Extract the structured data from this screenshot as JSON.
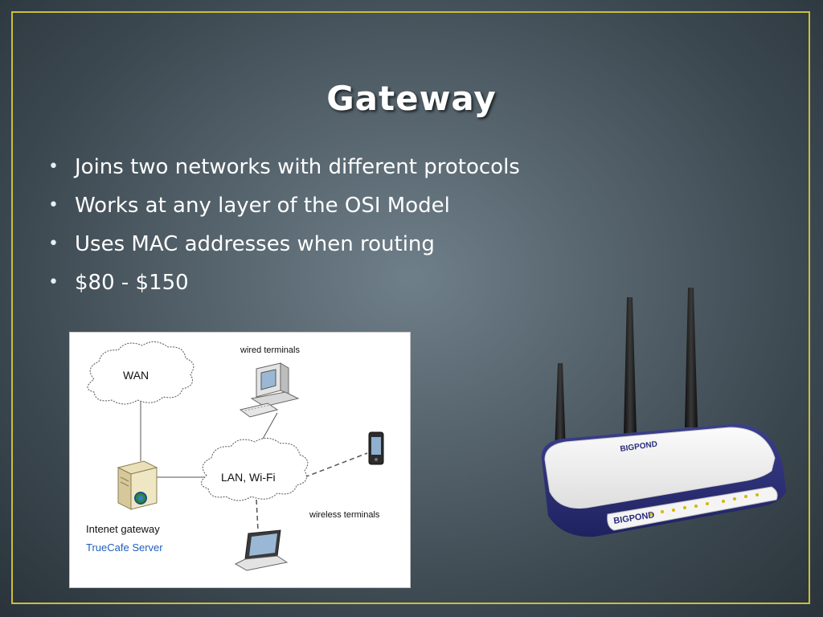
{
  "slide": {
    "title": "Gateway",
    "bullets": [
      "Joins two networks with different protocols",
      "Works at any layer of the OSI Model",
      "Uses MAC addresses when routing",
      "$80 - $150"
    ]
  },
  "diagram": {
    "wan_label": "WAN",
    "lan_label": "LAN, Wi-Fi",
    "wired_label": "wired terminals",
    "wireless_label": "wireless terminals",
    "gateway_label": "Intenet gateway",
    "server_label": "TrueCafe Server",
    "server_label_color": "#1f5fbf"
  },
  "router": {
    "brand": "BIGPOND",
    "brand_color": "#2a2d7a"
  },
  "colors": {
    "frame": "#c9bf3a",
    "text": "#ffffff"
  }
}
